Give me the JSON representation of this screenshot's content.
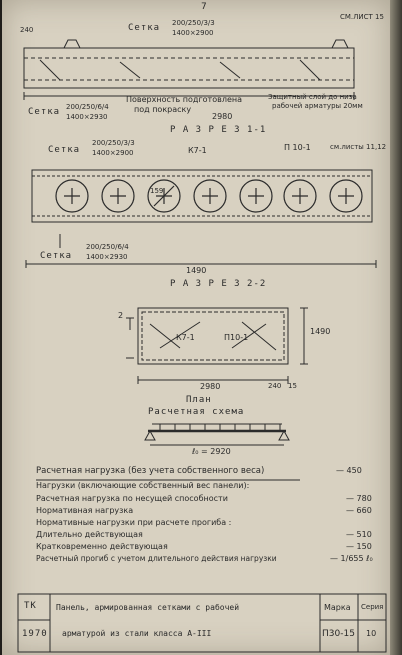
{
  "page_number": "7",
  "top_left_dim": "240",
  "top_right_label": "СМ.ЛИСТ 15",
  "top": {
    "mesh_label": "Сетка",
    "mesh_spec": "200/250/3/3",
    "mesh_size": "1400×2900",
    "left_mesh_label": "Сетка",
    "left_mesh_spec": "200/250/6/4",
    "left_mesh_size": "1400×2930",
    "surface_note_1": "Поверхность подготовлена",
    "surface_note_2": "под покраску",
    "length": "2980",
    "cover_note_1": "Защитный слой до низа",
    "cover_note_2": "рабочей арматуры 20мм"
  },
  "section11": {
    "title": "Р А З Р Е З 1-1",
    "mesh_label": "Сетка",
    "mesh_spec": "200/250/3/3",
    "mesh_size": "1400×2900",
    "frame_label": "К7-1",
    "loop_label": "П 10-1",
    "ref_label": "см.листы 11,12",
    "dia_label": "159",
    "bottom_mesh_label": "Сетка",
    "bottom_mesh_spec": "200/250/6/4",
    "bottom_mesh_size": "1400×2930",
    "width": "1490"
  },
  "section22": {
    "title": "Р А З Р Е З 2-2",
    "frame_label": "К7-1",
    "loop_label": "П10-1",
    "height": "1490",
    "length": "2980",
    "edge_left": "240",
    "edge_right": "15",
    "cut_mark": "2"
  },
  "plan": {
    "title": "План",
    "scheme_title": "Расчетная схема",
    "span": "ℓ₀ = 2920"
  },
  "loads": {
    "design_load": "Расчетная нагрузка (без учета собственного веса)",
    "design_load_value": "— 450",
    "header": "Нагрузки (включающие собственный вес панели):",
    "rows": [
      {
        "label": "Расчетная нагрузка по несущей способности",
        "value": "— 780"
      },
      {
        "label": "Нормативная нагрузка",
        "value": "— 660"
      },
      {
        "label": "Нормативные нагрузки при расчете прогиба :",
        "value": ""
      },
      {
        "label": "Длительно действующая",
        "value": "— 510"
      },
      {
        "label": "Кратковременно действующая",
        "value": "— 150"
      },
      {
        "label": "Расчетный прогиб с учетом длительного действия нагрузки",
        "value": "— 1/655 ℓ₀"
      }
    ]
  },
  "stamp": {
    "tk": "ТК",
    "year": "1970",
    "title_line1": "Панель, армированная сетками с рабочей",
    "title_line2": "арматурой из стали класса А-III",
    "marka_label": "Марка",
    "marka_value": "П30-15",
    "sheet_label": "Серия",
    "sheet_value": "10"
  }
}
